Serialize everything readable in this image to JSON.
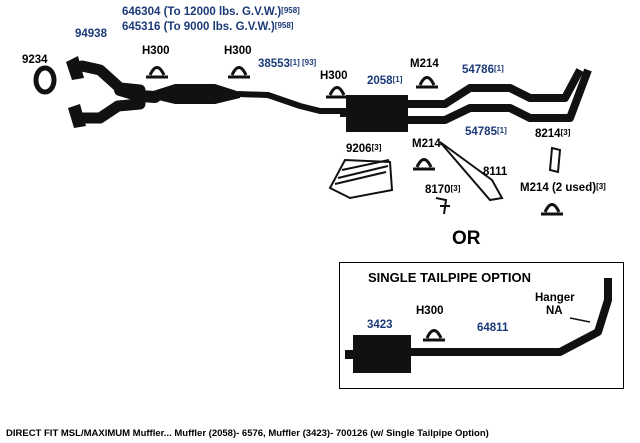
{
  "parts": {
    "p9234": "9234",
    "p94938": "94938",
    "p646304": "646304 (To 12000 lbs. G.V.W.)",
    "p646304_note": "[958]",
    "p645316": "645316 (To 9000 lbs. G.V.W.)",
    "p645316_note": "[958]",
    "h300_a": "H300",
    "h300_b": "H300",
    "p38553": "38553",
    "p38553_note": "[1] [93]",
    "h300_c": "H300",
    "p2058": "2058",
    "p2058_note": "[1]",
    "m214_a": "M214",
    "p54786": "54786",
    "p54786_note": "[1]",
    "p54785": "54785",
    "p54785_note": "[1]",
    "p8214": "8214",
    "p8214_note": "[3]",
    "p9206": "9206",
    "p9206_note": "[3]",
    "m214_b": "M214",
    "p8111": "8111",
    "p8170": "8170",
    "p8170_note": "[3]",
    "m214_c": "M214 (2 used)",
    "m214_c_note": "[3]"
  },
  "or_label": "OR",
  "tailpipe_option": {
    "title": "SINGLE TAILPIPE OPTION",
    "p3423": "3423",
    "h300": "H300",
    "p64811": "64811",
    "hanger": "Hanger",
    "na": "NA"
  },
  "caption": "DIRECT FIT MSL/MAXIMUM Muffler... Muffler (2058)- 6576, Muffler (3423)- 700126 (w/ Single Tailpipe Option)",
  "colors": {
    "part_blue": "#1c3a78",
    "pipe": "#111111"
  }
}
